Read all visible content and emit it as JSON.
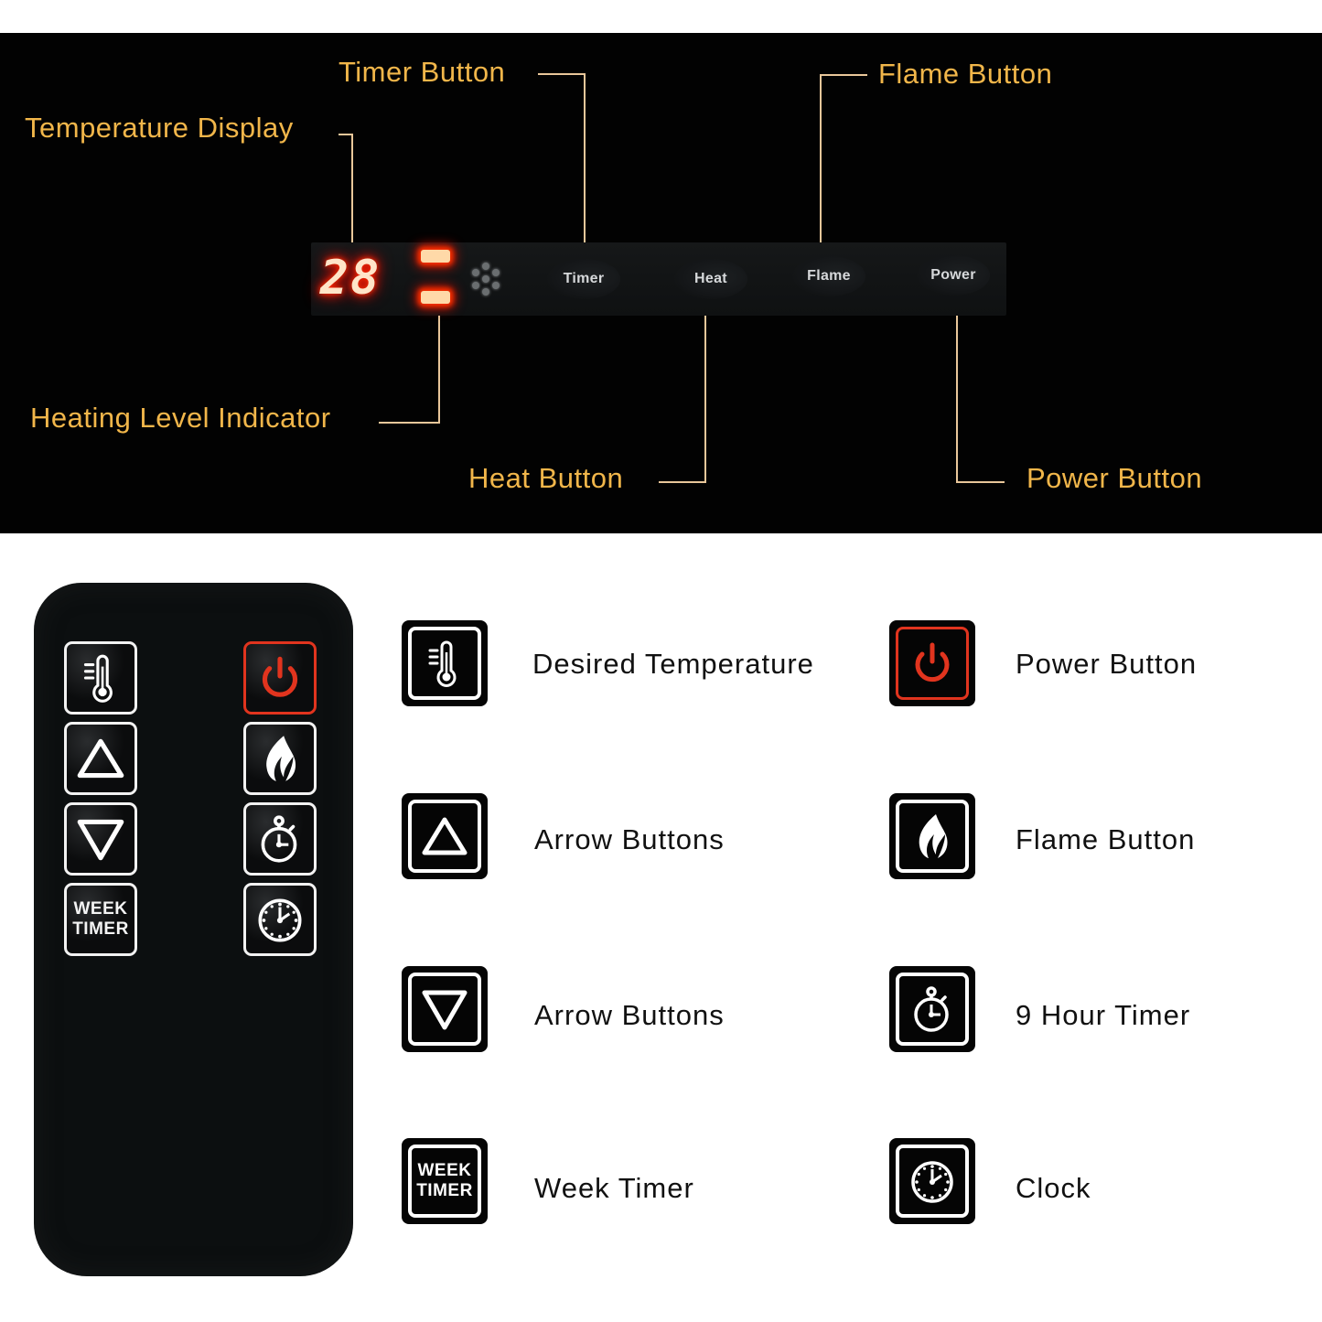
{
  "colors": {
    "callout_text": "#f1b64a",
    "leader_line": "#e9c79a",
    "panel_background": "#020202",
    "led_glow": "#ff2a00",
    "power_red": "#e1341e",
    "legend_text": "#111111"
  },
  "control_panel": {
    "callouts": {
      "timer_button": "Timer Button",
      "flame_button": "Flame Button",
      "temperature_display": "Temperature Display",
      "heating_level_indicator": "Heating Level Indicator",
      "heat_button": "Heat Button",
      "power_button": "Power Button"
    },
    "display": {
      "temperature_value": "28",
      "heating_level_bars": 2
    },
    "buttons": [
      {
        "label": "Timer",
        "icon": "timer"
      },
      {
        "label": "Heat",
        "icon": "heat"
      },
      {
        "label": "Flame",
        "icon": "flame"
      },
      {
        "label": "Power",
        "icon": "power"
      }
    ],
    "receiver_icon": "ir-sensor-dots"
  },
  "remote": {
    "left_column": [
      {
        "icon": "thermometer-icon"
      },
      {
        "icon": "arrow-up-icon"
      },
      {
        "icon": "arrow-down-icon"
      },
      {
        "icon": "week-timer",
        "text_line1": "WEEK",
        "text_line2": "TIMER"
      }
    ],
    "right_column": [
      {
        "icon": "power-icon",
        "highlight": "#e1341e"
      },
      {
        "icon": "flame-icon"
      },
      {
        "icon": "stopwatch-icon"
      },
      {
        "icon": "clock-icon"
      }
    ]
  },
  "legend": {
    "items": [
      {
        "icon": "thermometer-icon",
        "label": "Desired Temperature"
      },
      {
        "icon": "power-icon",
        "label": "Power Button"
      },
      {
        "icon": "arrow-up-icon",
        "label": "Arrow Buttons"
      },
      {
        "icon": "flame-icon",
        "label": "Flame Button"
      },
      {
        "icon": "arrow-down-icon",
        "label": "Arrow Buttons"
      },
      {
        "icon": "stopwatch-icon",
        "label": "9 Hour Timer"
      },
      {
        "icon": "week-timer",
        "label": "Week Timer",
        "text_line1": "WEEK",
        "text_line2": "TIMER"
      },
      {
        "icon": "clock-icon",
        "label": "Clock"
      }
    ]
  }
}
